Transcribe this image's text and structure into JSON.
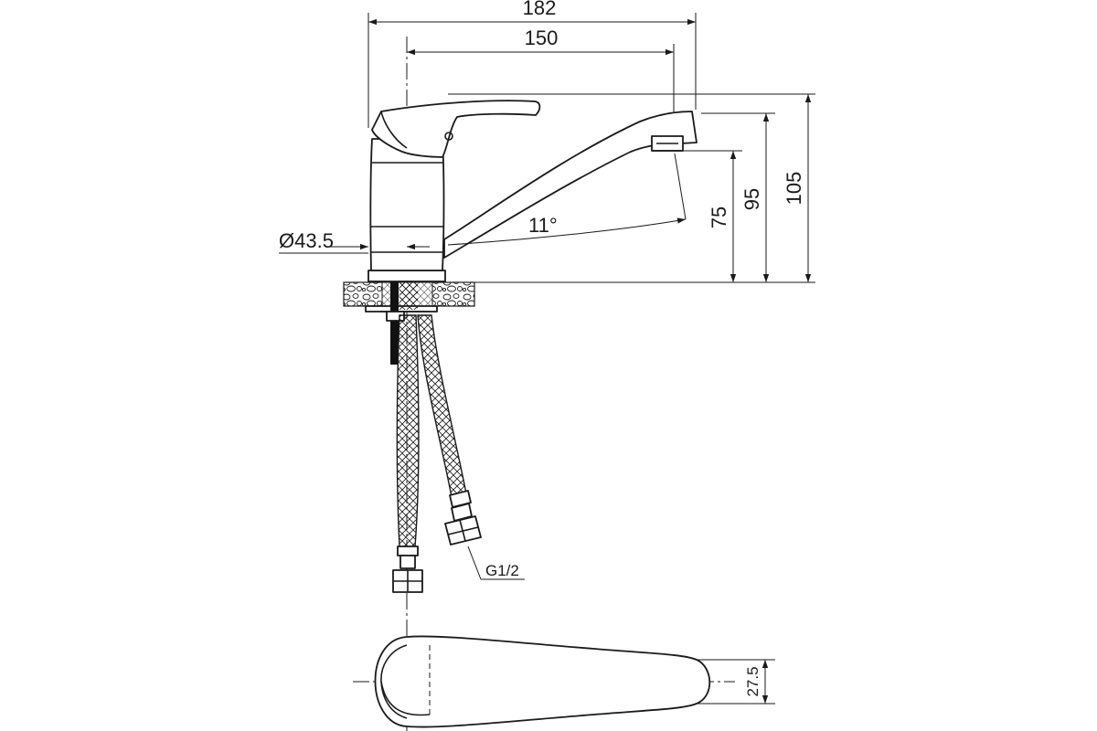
{
  "dimensions": {
    "overall_reach": "182",
    "spout_reach": "150",
    "body_diameter": "Ø43.5",
    "spout_angle": "11°",
    "height_75": "75",
    "height_95": "95",
    "height_105": "105",
    "thread": "G1/2",
    "handle_width": "27.5"
  },
  "colors": {
    "line": "#1a1a1a",
    "background": "#ffffff",
    "rod": "#111111"
  }
}
